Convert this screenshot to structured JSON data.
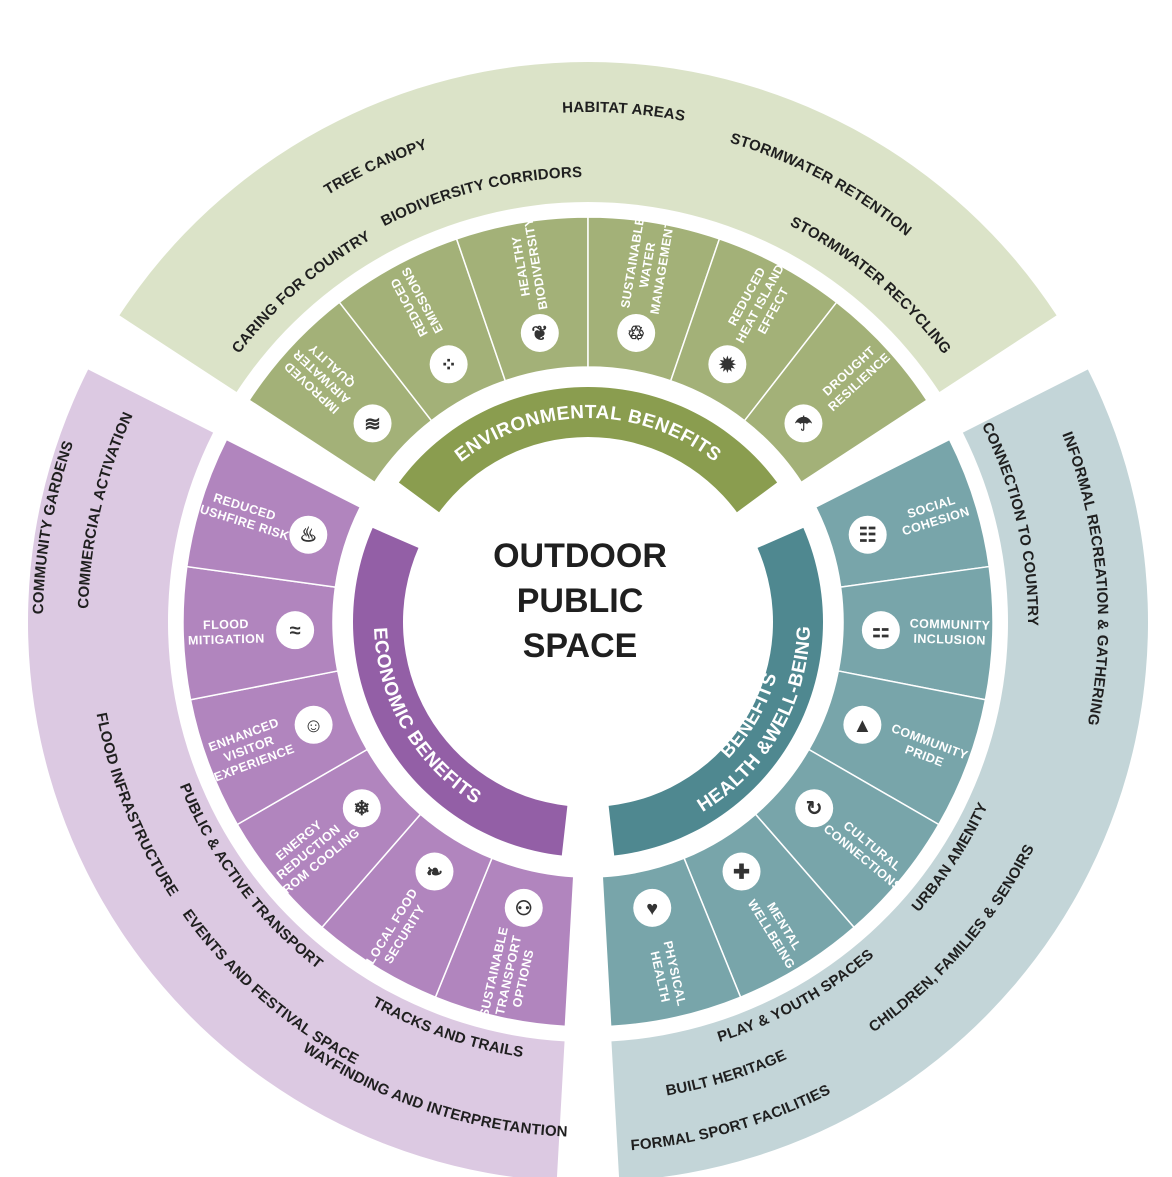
{
  "center": {
    "lines": [
      "OUTDOOR",
      "PUBLIC",
      "SPACE"
    ]
  },
  "colors": {
    "env_outer": "#dbe3c8",
    "env_mid": "#a3b178",
    "env_band": "#8a9d4f",
    "eco_outer": "#dcc9e2",
    "eco_mid": "#b185be",
    "eco_band": "#935fa6",
    "hlth_outer": "#c3d5d8",
    "hlth_mid": "#78a5aa",
    "hlth_band": "#4f8890",
    "divider": "#ffffff",
    "dark_text": "#1f1f1f",
    "icon_bg": "#ffffff"
  },
  "sectors": {
    "environmental": {
      "band_label": "ENVIRONMENTAL BENEFITS",
      "outer_items": [
        "CARING FOR COUNTRY",
        "TREE CANOPY",
        "BIODIVERSITY CORRIDORS",
        "HABITAT AREAS",
        "STORMWATER RETENTION",
        "STORMWATER RECYCLING"
      ],
      "segments": [
        {
          "lines": [
            "IMPROVED",
            "AIR/WATER",
            "QUALITY"
          ],
          "icon": "wind-icon",
          "glyph": "≋"
        },
        {
          "lines": [
            "REDUCED",
            "EMISSIONS"
          ],
          "icon": "particles-icon",
          "glyph": "⁘"
        },
        {
          "lines": [
            "HEALTHY",
            "BIODIVERSITY"
          ],
          "icon": "bird-leaf-icon",
          "glyph": "❦"
        },
        {
          "lines": [
            "SUSTAINABLE",
            "WATER",
            "MANAGEMENT"
          ],
          "icon": "water-cycle-icon",
          "glyph": "♲"
        },
        {
          "lines": [
            "REDUCED",
            "HEAT ISLAND",
            "EFFECT"
          ],
          "icon": "sun-icon",
          "glyph": "✹"
        },
        {
          "lines": [
            "DROUGHT",
            "RESILIENCE"
          ],
          "icon": "watering-can-icon",
          "glyph": "☂"
        }
      ]
    },
    "economic": {
      "band_label": "ECONOMIC BENEFITS",
      "outer_items": [
        "COMMERCIAL ACTIVATION",
        "COMMUNITY GARDENS",
        "FLOOD INFRASTRUCTURE",
        "PUBLIC & ACTIVE TRANSPORT",
        "EVENTS AND FESTIVAL SPACE",
        "TRACKS AND TRAILS",
        "WAYFINDING AND INTERPRETANTION"
      ],
      "segments": [
        {
          "lines": [
            "SUSTAINABLE",
            "TRANSPORT",
            "OPTIONS"
          ],
          "icon": "walking-people-icon",
          "glyph": "⚇"
        },
        {
          "lines": [
            "LOCAL FOOD",
            "SECURITY"
          ],
          "icon": "sprout-icon",
          "glyph": "❧"
        },
        {
          "lines": [
            "ENERGY",
            "REDUCTION",
            "FROM COOLING"
          ],
          "icon": "snowflake-icon",
          "glyph": "❄"
        },
        {
          "lines": [
            "ENHANCED",
            "VISITOR",
            "EXPERIENCE"
          ],
          "icon": "visitor-icon",
          "glyph": "☺"
        },
        {
          "lines": [
            "FLOOD",
            "MITIGATION"
          ],
          "icon": "waves-icon",
          "glyph": "≈"
        },
        {
          "lines": [
            "REDUCED",
            "BUSHFIRE RISK"
          ],
          "icon": "bushfire-icon",
          "glyph": "♨"
        }
      ]
    },
    "health": {
      "band_label": "HEALTH &WELL-BEING BENEFITS",
      "band_lines": [
        "HEALTH &WELL-BEING",
        "BENEFITS"
      ],
      "outer_items": [
        "CONNECTION TO COUNTRY",
        "INFORMAL RECREATION & GATHERING",
        "URBAN AMENITY",
        "CHILDREN, FAMILIES & SENOIRS",
        "PLAY & YOUTH SPACES",
        "BUILT HERITAGE",
        "FORMAL SPORT FACILITIES"
      ],
      "segments": [
        {
          "lines": [
            "SOCIAL",
            "COHESION"
          ],
          "icon": "group-icon",
          "glyph": "☷"
        },
        {
          "lines": [
            "COMMUNITY",
            "INCLUSION"
          ],
          "icon": "inclusion-icon",
          "glyph": "⚏"
        },
        {
          "lines": [
            "COMMUNITY",
            "PRIDE"
          ],
          "icon": "pride-icon",
          "glyph": "▲"
        },
        {
          "lines": [
            "CULTURAL",
            "CONNECTIONS"
          ],
          "icon": "cultural-cycle-icon",
          "glyph": "↻"
        },
        {
          "lines": [
            "MENTAL",
            "WELLBEING"
          ],
          "icon": "mind-icon",
          "glyph": "✚"
        },
        {
          "lines": [
            "PHYSICAL",
            "HEALTH"
          ],
          "icon": "heart-head-icon",
          "glyph": "♥"
        }
      ]
    }
  }
}
